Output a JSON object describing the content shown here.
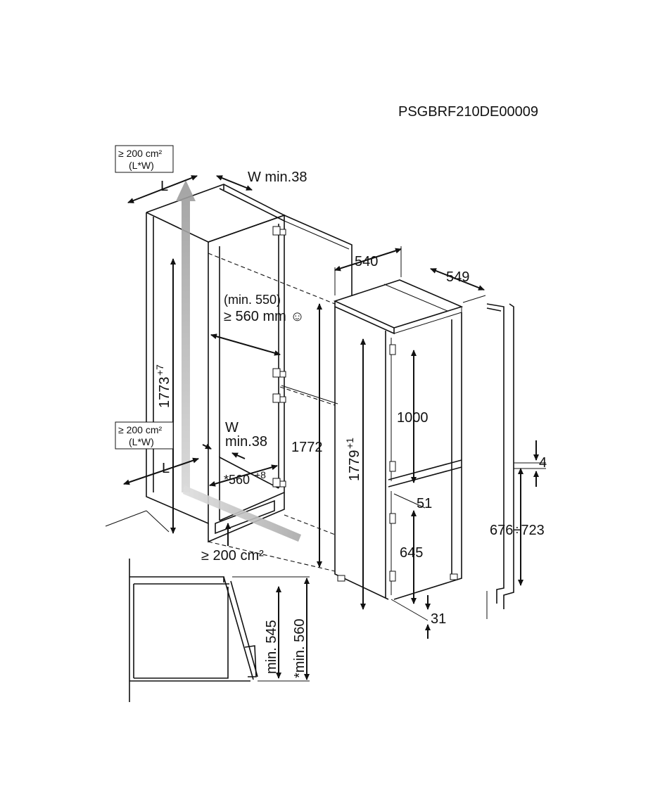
{
  "code": "PSGBRF210DE00009",
  "vent_top": {
    "area": "≥ 200 cm²",
    "formula": "(L*W)",
    "l": "L",
    "w": "W min.38"
  },
  "vent_bottom": {
    "area": "≥ 200 cm²",
    "formula": "(L*W)",
    "l": "L",
    "w": "W",
    "w_min": "min.38"
  },
  "niche": {
    "height": "1773",
    "height_tol": "+7",
    "depth_min": "(min. 550)",
    "depth": "≥ 560 mm ☺",
    "width": "*560",
    "width_tol": "+8",
    "plinth_vent": "≥ 200 cm²"
  },
  "appliance": {
    "width": "540",
    "depth": "549",
    "niche_height": "1772",
    "height": "1779",
    "height_tol": "+1",
    "fridge_door": "1000",
    "gap": "51",
    "freezer_door": "645",
    "bottom": "31"
  },
  "side_profile": {
    "gap": "4",
    "range": "676÷723"
  },
  "plan_view": {
    "min_545": "min. 545",
    "min_560": "*min. 560"
  }
}
